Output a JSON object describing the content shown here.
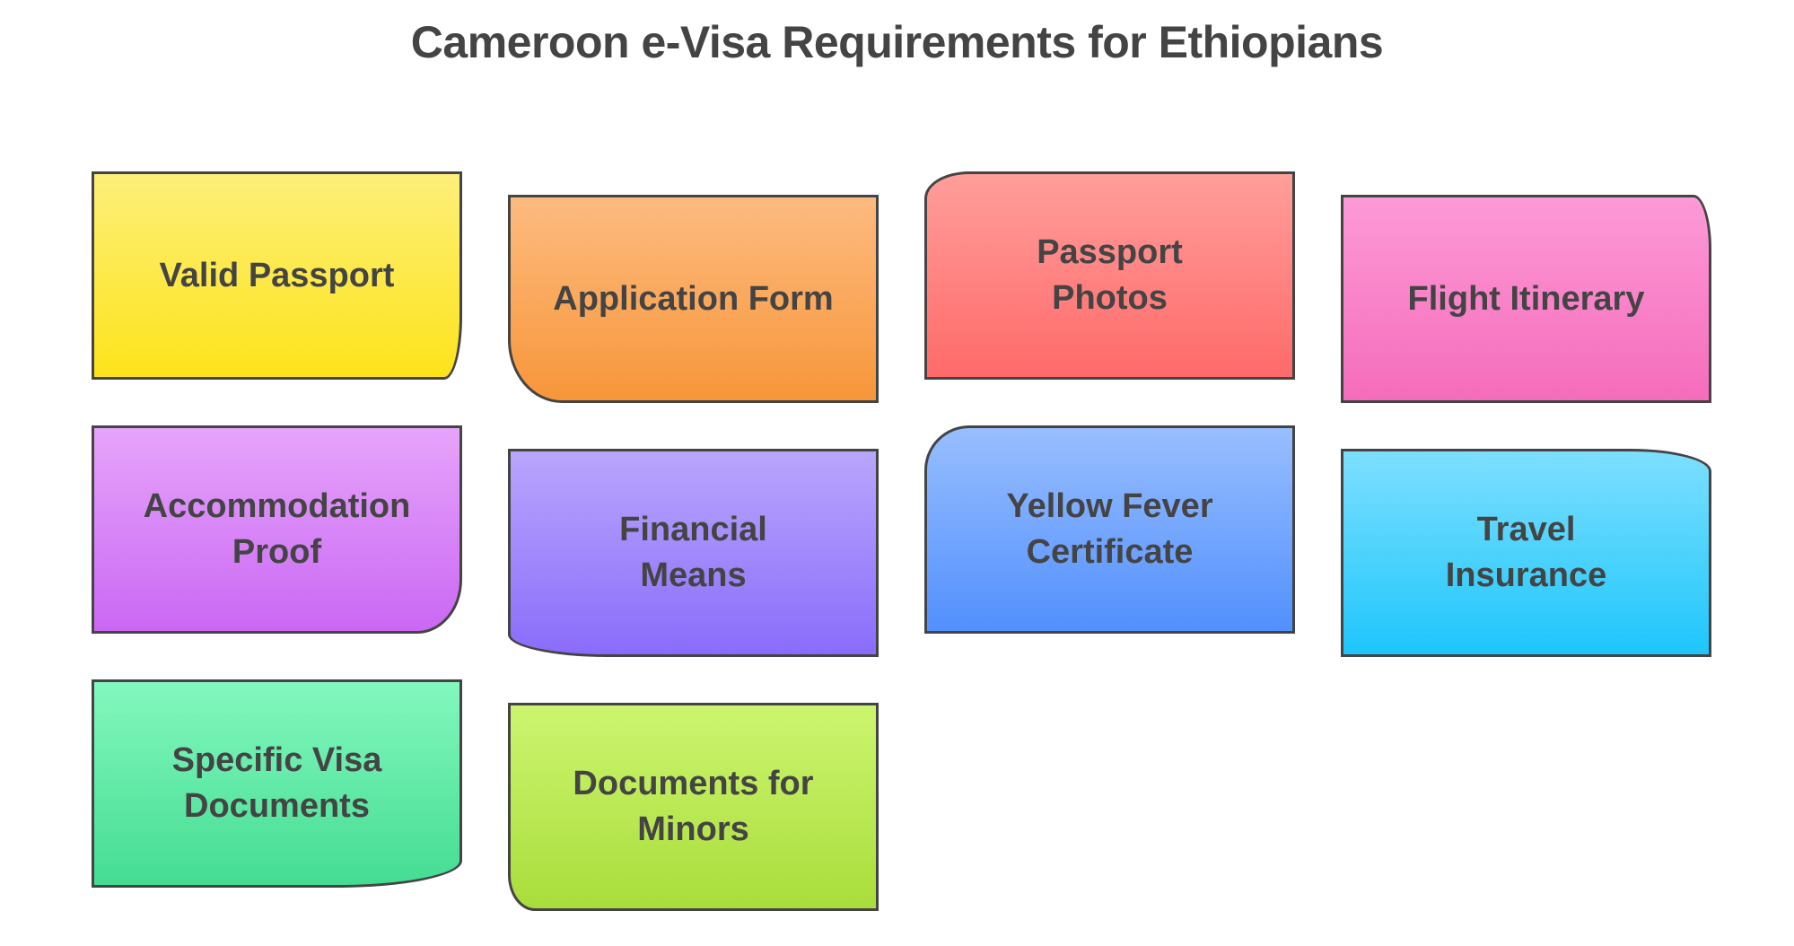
{
  "title": "Cameroon e-Visa Requirements for Ethiopians",
  "cards": [
    {
      "label": "Valid Passport",
      "color": "#fde31a"
    },
    {
      "label": "Application Form",
      "color": "#f7963a"
    },
    {
      "label": "Passport Photos",
      "color": "#ff6a6a"
    },
    {
      "label": "Flight Itinerary",
      "color": "#f56cbb"
    },
    {
      "label": "Accommodation Proof",
      "color": "#ca68f3"
    },
    {
      "label": "Financial Means",
      "color": "#8a6cfb"
    },
    {
      "label": "Yellow Fever Certificate",
      "color": "#5290fd"
    },
    {
      "label": "Travel Insurance",
      "color": "#1ec6fc"
    },
    {
      "label": "Specific Visa Documents",
      "color": "#44dc92"
    },
    {
      "label": "Documents for Minors",
      "color": "#a9dd3b"
    }
  ]
}
